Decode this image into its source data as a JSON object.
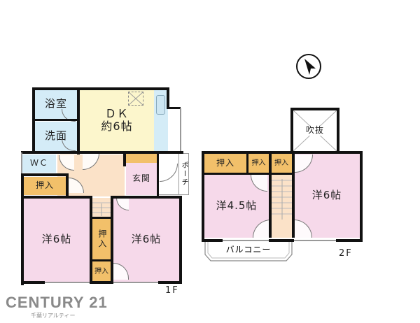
{
  "floors": {
    "first": {
      "label": "1F",
      "rooms": {
        "bath": "浴室",
        "washroom": "洗面",
        "dk_title": "ＤＫ",
        "dk_size": "約6帖",
        "wc": "ＷＣ",
        "closet_left": "押入",
        "entrance": "玄関",
        "porch": "ポーチ",
        "western_left": "洋6帖",
        "closet_mid": "押入",
        "closet_small": "押入",
        "western_right": "洋6帖"
      }
    },
    "second": {
      "label": "2F",
      "rooms": {
        "void": "吹抜",
        "closet_a": "押入",
        "closet_b": "押入",
        "closet_c": "押入",
        "western_left": "洋4.5帖",
        "western_right": "洋6帖",
        "balcony": "バルコニー"
      }
    }
  },
  "compass": {
    "icon": "north-arrow-icon"
  },
  "brand": {
    "name": "CENTURY 21",
    "subtitle": "千葉リアルティー"
  },
  "colors": {
    "western": "#f6d9ea",
    "wet_area": "#d4ecf7",
    "dk": "#fcf6cc",
    "closet": "#f2c06a",
    "hall": "#fbe2c8",
    "brand_gray": "#8a8a8a"
  }
}
